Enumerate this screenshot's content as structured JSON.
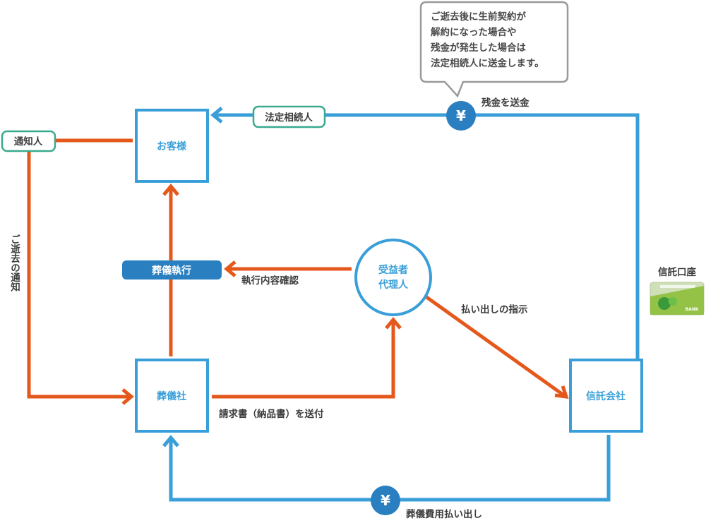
{
  "nodes": {
    "customer": "お客様",
    "funeral_company": "葬儀社",
    "trust_company": "信託会社",
    "beneficiary_agent_line1": "受益者",
    "beneficiary_agent_line2": "代理人"
  },
  "tags": {
    "notifier": "通知人",
    "legal_heir": "法定相続人",
    "funeral_execution": "葬儀執行"
  },
  "labels": {
    "death_notice": "ご逝去の通知",
    "execution_confirm": "執行内容確認",
    "withdraw_instruction": "払い出しの指示",
    "invoice_sent": "請求書（納品書）を送付",
    "remittance": "残金を送金",
    "funeral_payout": "葬儀費用払い出し",
    "trust_account": "信託口座"
  },
  "bubble": {
    "lines": [
      "ご逝去後に生前契約が",
      "解約になった場合や",
      "残金が発生した場合は",
      "法定相続人に送金します。"
    ]
  },
  "yen_symbol": "¥",
  "card": {
    "brand": "BANK"
  },
  "colors": {
    "blue": "#3a9fd8",
    "orange": "#e5581c",
    "teal": "#3aa98f",
    "navy_tag": "#2a7fc0",
    "gray_bubble": "#9a9a9a"
  }
}
